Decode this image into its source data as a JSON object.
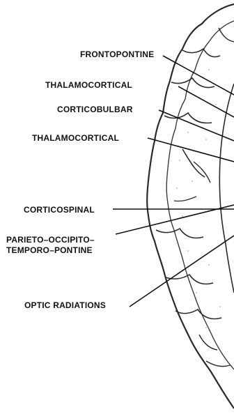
{
  "diagram": {
    "labels": {
      "frontopontine": "FRONTOPONTINE",
      "thalamocortical_1": "THALAMOCORTICAL",
      "corticobulbar": "CORTICOBULBAR",
      "thalamocortical_2": "THALAMOCORTICAL",
      "corticospinal": "CORTICOSPINAL",
      "parieto_line1": "PARIETO–OCCIPITO–",
      "parieto_line2": "TEMPORO–PONTINE",
      "optic_radiations": "OPTIC RADIATIONS"
    }
  }
}
